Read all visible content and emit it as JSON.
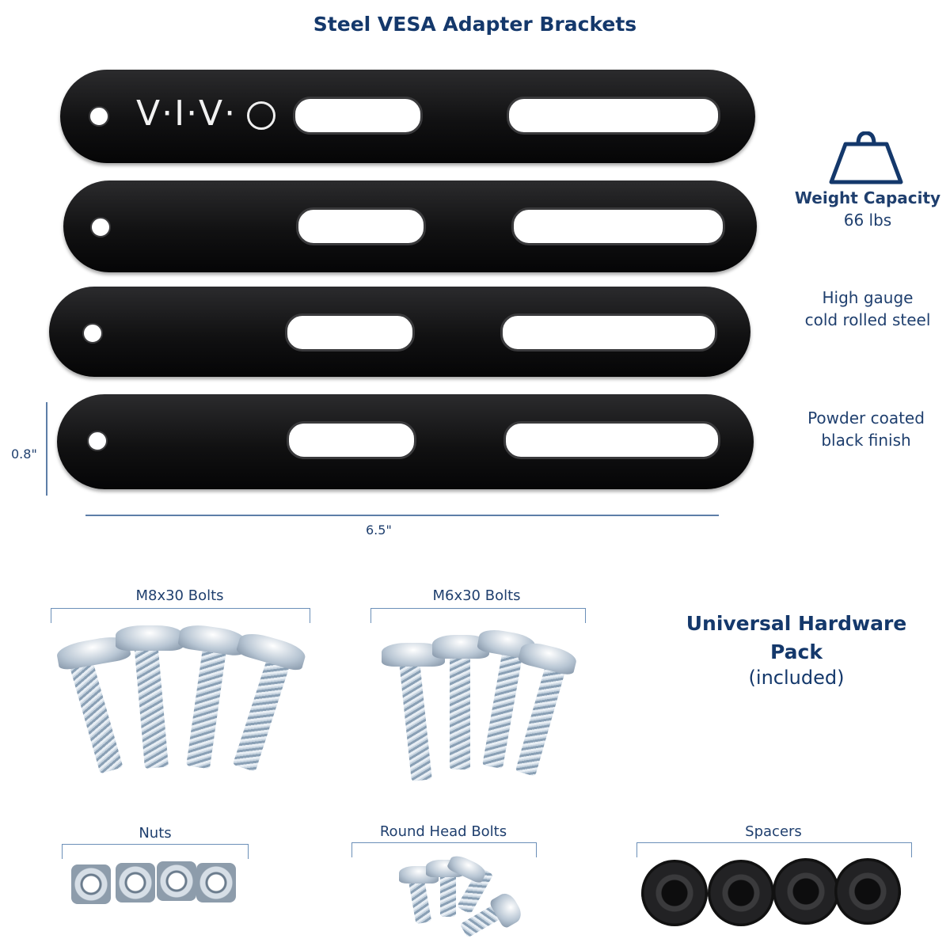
{
  "title": "Steel VESA Adapter Brackets",
  "logo_text": "V·I·V·",
  "features": {
    "weight_title": "Weight Capacity",
    "weight_value": "66 lbs",
    "steel_line1": "High gauge",
    "steel_line2": "cold rolled steel",
    "finish_line1": "Powder coated",
    "finish_line2": "black finish"
  },
  "dimensions": {
    "height": "0.8\"",
    "width": "6.5\""
  },
  "hardware": {
    "m8": "M8x30 Bolts",
    "m6": "M6x30 Bolts",
    "nuts": "Nuts",
    "round_head": "Round Head Bolts",
    "spacers": "Spacers",
    "pack_line1": "Universal Hardware",
    "pack_line2": "Pack",
    "pack_line3": "(included)"
  },
  "icons": [
    "weight-icon"
  ],
  "colors": {
    "accent": "#14386b",
    "dim_line": "#5d7ea8"
  }
}
